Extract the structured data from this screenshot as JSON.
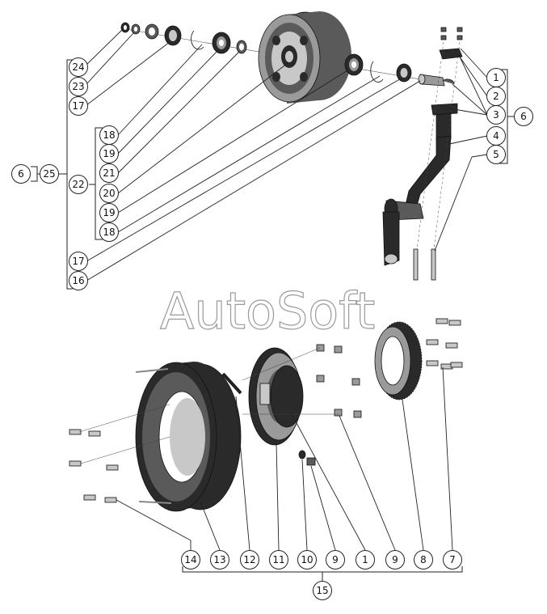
{
  "watermark": "AutoSoft",
  "callouts": {
    "c1a": "1",
    "c2": "2",
    "c3": "3",
    "c4": "4",
    "c5": "5",
    "c6a": "6",
    "c24": "24",
    "c23": "23",
    "c17a": "17",
    "c18a": "18",
    "c19a": "19",
    "c21": "21",
    "c20": "20",
    "c19b": "19",
    "c18b": "18",
    "c22": "22",
    "c6b": "6",
    "c25": "25",
    "c17b": "17",
    "c16": "16",
    "c14": "14",
    "c13": "13",
    "c12": "12",
    "c11": "11",
    "c10": "10",
    "c9a": "9",
    "c1b": "1",
    "c9b": "9",
    "c8": "8",
    "c7": "7",
    "c15": "15"
  }
}
